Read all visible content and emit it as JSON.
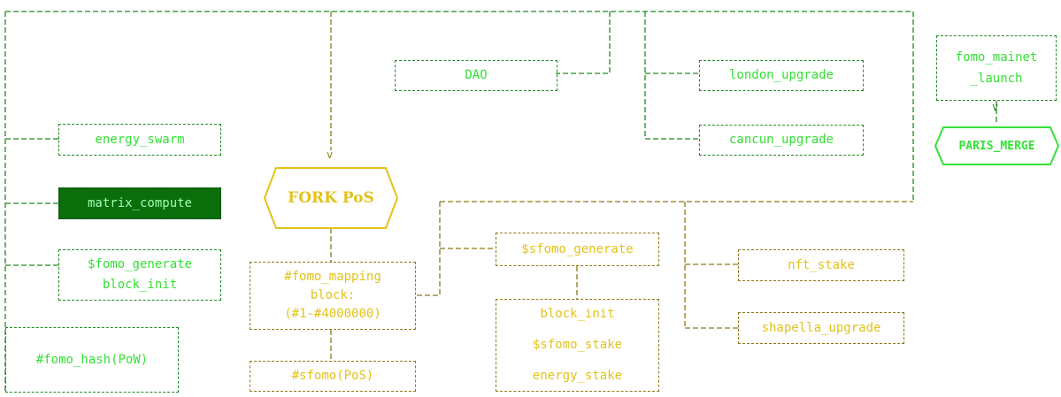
{
  "colors": {
    "green_line": "#1f8a1f",
    "olive_line": "#8d7a18",
    "green_text": "#35e035",
    "gold_text": "#e3c21a",
    "highlight_fill": "#0b6e0b"
  },
  "nodes": {
    "dao": "DAO",
    "london": "london_upgrade",
    "cancun": "cancun_upgrade",
    "mainnet_1": "fomo_mainet",
    "mainnet_2": "_launch",
    "arrow_glyph": "v",
    "paris": "PARIS_MERGE",
    "energy_swarm": "energy_swarm",
    "matrix_compute": "matrix_compute",
    "fomo_generate_1": "$fomo_generate",
    "fomo_generate_2": "block_init",
    "fomo_hash": "#fomo_hash(PoW)",
    "fork": "FORK PoS",
    "mapping_1": "#fomo_mapping",
    "mapping_2": "block:",
    "mapping_3": "(#1-#4000000)",
    "sfomo_pos": "#sfomo(PoS)",
    "sfomo_generate": "$sfomo_generate",
    "block_init": "block_init",
    "sfomo_stake": "$sfomo_stake",
    "energy_stake": "energy_stake",
    "nft_stake": "nft_stake",
    "shapella": "shapella_upgrade"
  }
}
